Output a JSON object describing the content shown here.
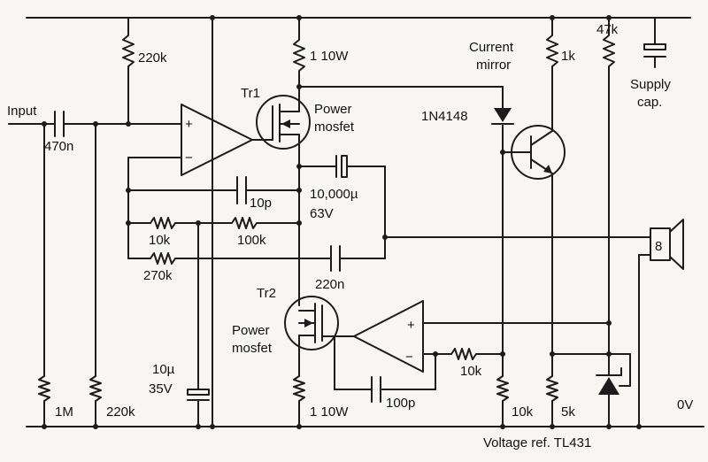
{
  "labels": {
    "input": "Input",
    "c_in": "470n",
    "r_bias_top": "220k",
    "r_input_bottom": "220k",
    "r_1m": "1M",
    "r_top_drain": "1 10W",
    "r_bottom_source": "1 10W",
    "tr1": "Tr1",
    "tr2": "Tr2",
    "power": "Power",
    "mosfet": "mosfet",
    "current": "Current",
    "mirror": "mirror",
    "diode": "1N4148",
    "r_1k": "1k",
    "r_47k": "47k",
    "supply": "Supply",
    "cap": "cap.",
    "c_10p": "10p",
    "c_10000": "10,000µ",
    "v_63": "63V",
    "r_10k_a": "10k",
    "r_100k": "100k",
    "r_270k": "270k",
    "c_220n": "220n",
    "c_10u": "10µ",
    "v_35": "35V",
    "c_100p": "100p",
    "r_10k_b": "10k",
    "r_10k_c": "10k",
    "r_5k": "5k",
    "zero_v": "0V",
    "vref": "Voltage ref. TL431",
    "speaker": "8",
    "plus": "+",
    "minus": "−"
  }
}
